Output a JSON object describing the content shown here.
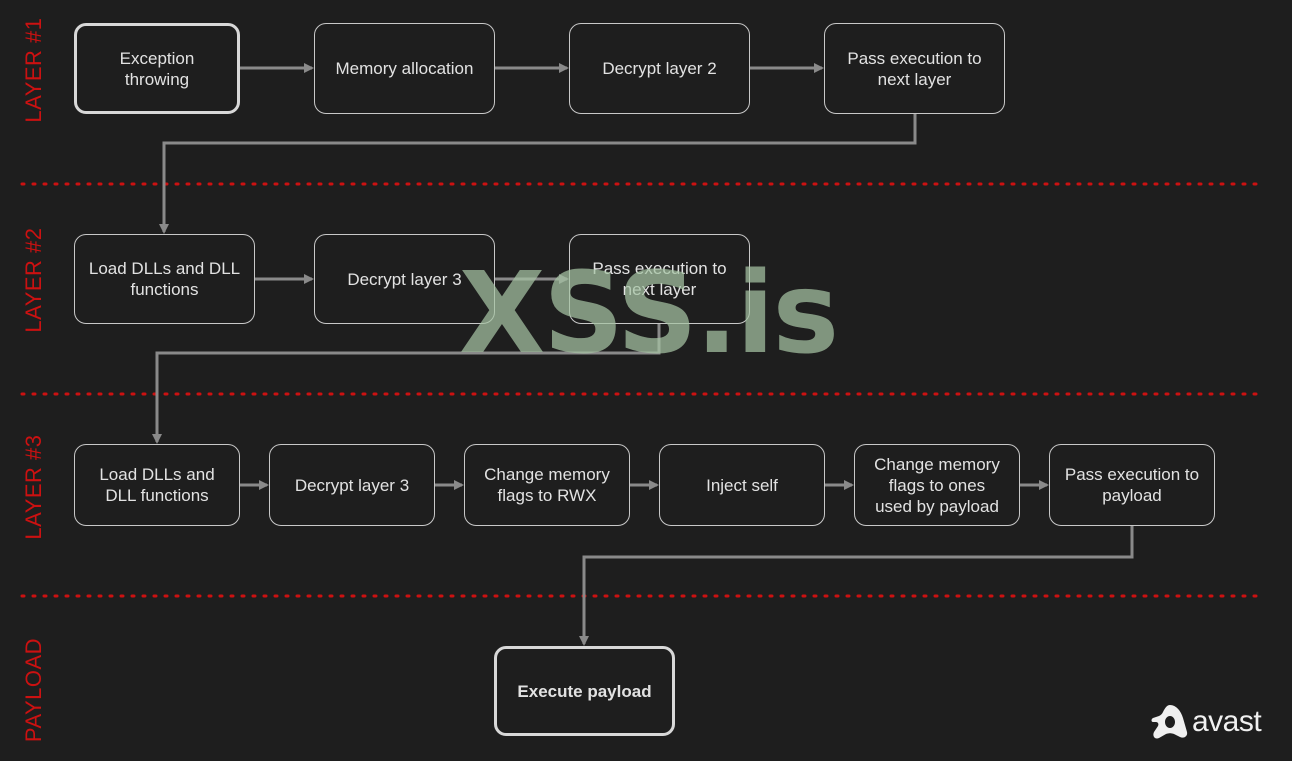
{
  "lanes": [
    {
      "label": "LAYER #1"
    },
    {
      "label": "LAYER #2"
    },
    {
      "label": "LAYER #3"
    },
    {
      "label": "PAYLOAD"
    }
  ],
  "nodes": {
    "exception_throwing": "Exception\nthrowing",
    "memory_allocation": "Memory allocation",
    "decrypt_layer_2": "Decrypt layer 2",
    "pass_exec_l1": "Pass execution to\nnext layer",
    "load_dlls_l2": "Load DLLs and DLL\nfunctions",
    "decrypt_layer_3_l2": "Decrypt layer 3",
    "pass_exec_l2": "Pass execution to\nnext layer",
    "load_dlls_l3": "Load DLLs and\nDLL functions",
    "decrypt_layer_3_l3": "Decrypt layer 3",
    "change_flags_rwx": "Change memory\nflags to RWX",
    "inject_self": "Inject self",
    "change_flags_payload": "Change memory\nflags to ones\nused by payload",
    "pass_exec_payload": "Pass execution to\npayload",
    "execute_payload": "Execute payload"
  },
  "watermark": "XSS.is",
  "logo": {
    "text": "avast",
    "icon": "avast-icon"
  },
  "colors": {
    "background": "#1e1e1e",
    "lane_label": "#cc1111",
    "separator": "#cc1111",
    "arrow": "#8a8a8a",
    "node_border": "#c8c8c8",
    "watermark": "#a6c4a4"
  }
}
